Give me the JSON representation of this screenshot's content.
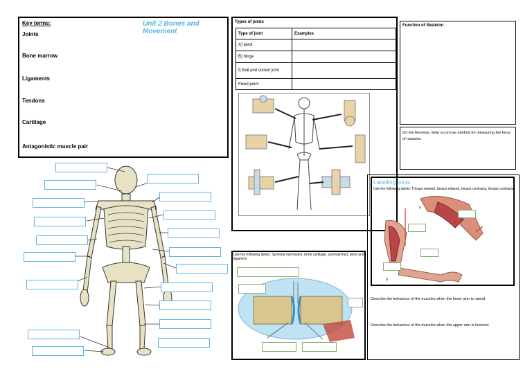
{
  "keyterms": {
    "heading": "Key terms:",
    "unit_title": "Unit 2 Bones and Movement",
    "terms": [
      "Joints",
      "Bone marrow",
      "Ligaments",
      "Tendons",
      "Cartilage",
      "Antagonistic muscle pair"
    ]
  },
  "types": {
    "title": "Types of joints",
    "headers": [
      "Type of joint",
      "Examples"
    ],
    "rows": [
      "A) pivot",
      "B) hinge",
      "f) Ball and socket joint",
      "Fixed point"
    ]
  },
  "function": {
    "title": "Function of Skeleton"
  },
  "reverse": {
    "text": "On the Reverse, write a concise method for measuring the force of muscles."
  },
  "labelling": {
    "title": "Labelling joints",
    "instruction": "Use the following labels: Triceps relaxed, biceps relaxed, biceps contracts, triceps contracts.",
    "a": "a",
    "b": "b"
  },
  "synovial": {
    "instruction": "Use the following labels: Synovial membrane, bone cartilage, synovial fluid, bone and ligament."
  },
  "questions": {
    "q1": "Describe the behaviour of the muscles when the lower arm is raised.",
    "q2": "Describe the behaviour of the muscles when the upper arm is lowered."
  },
  "colors": {
    "accent_blue": "#5ab4e0",
    "label_green": "#7ab36a",
    "bone": "#e8e2c4"
  }
}
